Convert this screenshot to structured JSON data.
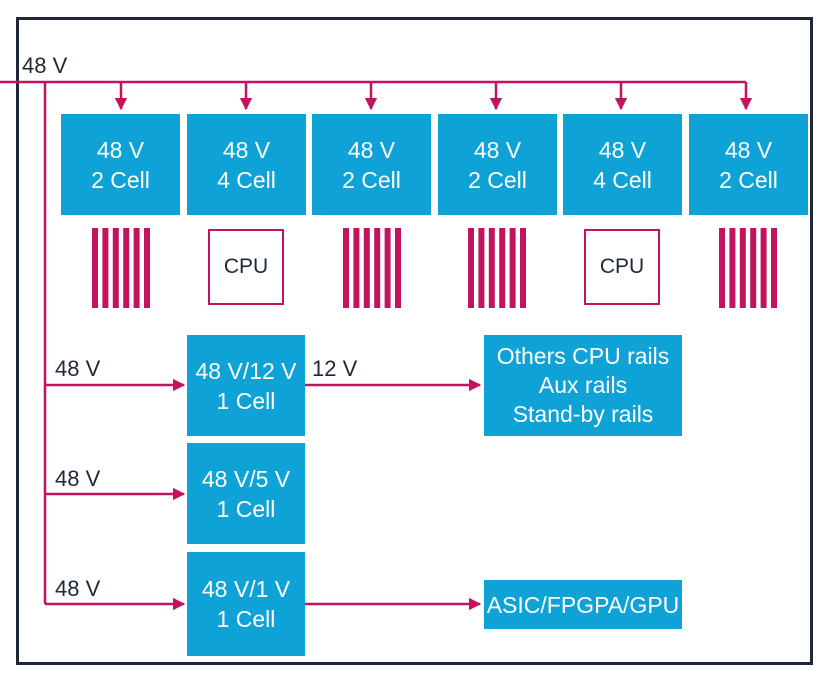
{
  "bus": {
    "label": "48 V"
  },
  "top_blocks": [
    {
      "line1": "48 V",
      "line2": "2 Cell",
      "load": "bars"
    },
    {
      "line1": "48 V",
      "line2": "4 Cell",
      "load": "cpu"
    },
    {
      "line1": "48 V",
      "line2": "2 Cell",
      "load": "bars"
    },
    {
      "line1": "48 V",
      "line2": "2 Cell",
      "load": "bars"
    },
    {
      "line1": "48 V",
      "line2": "4 Cell",
      "load": "cpu"
    },
    {
      "line1": "48 V",
      "line2": "2 Cell",
      "load": "bars"
    }
  ],
  "cpu_label": "CPU",
  "branches": [
    {
      "input_label": "48 V",
      "line1": "48 V/12 V",
      "line2": "1 Cell",
      "output_label": "12 V",
      "target": [
        "Others CPU rails",
        "Aux rails",
        "Stand-by rails"
      ]
    },
    {
      "input_label": "48 V",
      "line1": "48 V/5 V",
      "line2": "1 Cell"
    },
    {
      "input_label": "48 V",
      "line1": "48 V/1 V",
      "line2": "1 Cell",
      "target": [
        "ASIC/FPGPA/GPU"
      ]
    }
  ],
  "colors": {
    "block": "#0ea2d6",
    "wire": "#c3135f",
    "text": "#1e2838",
    "frame": "#1e2838"
  }
}
